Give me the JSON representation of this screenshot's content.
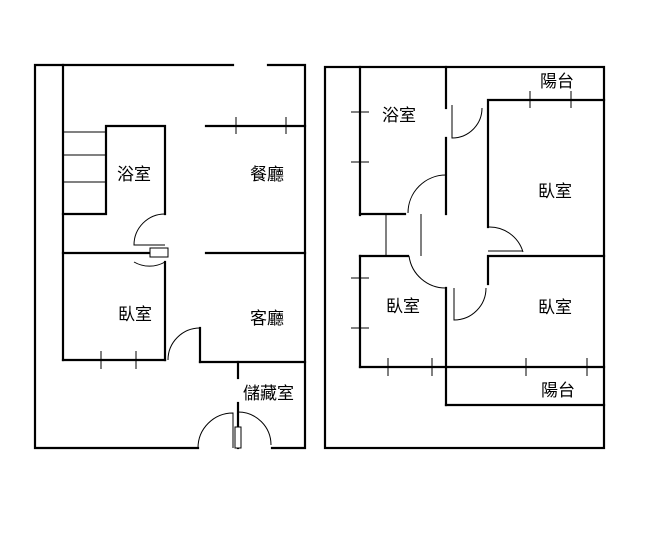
{
  "floor1": {
    "bathroom": "浴室",
    "dining": "餐廳",
    "bedroom": "臥室",
    "living": "客廳",
    "storage": "儲藏室"
  },
  "floor2": {
    "bathroom": "浴室",
    "balcony_top": "陽台",
    "bedroom_ne": "臥室",
    "bedroom_w": "臥室",
    "bedroom_se": "臥室",
    "balcony_bottom": "陽台"
  }
}
